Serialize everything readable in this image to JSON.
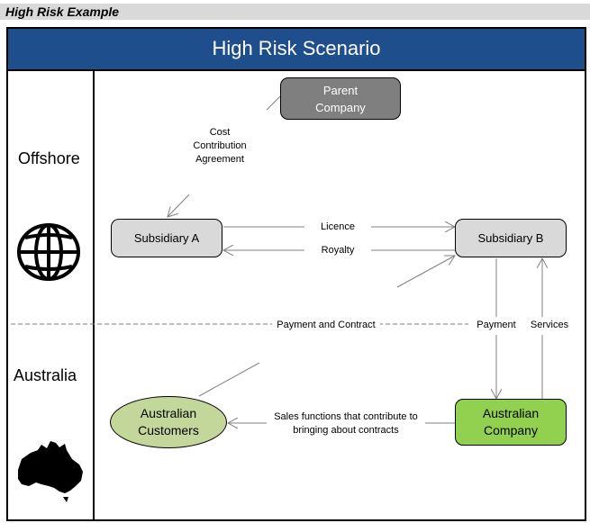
{
  "page": {
    "section_title": "High Risk Example"
  },
  "diagram": {
    "title": "High Risk Scenario",
    "regions": [
      {
        "label": "Offshore",
        "icon": "globe-icon"
      },
      {
        "label": "Australia",
        "icon": "australia-map-icon"
      }
    ],
    "nodes": {
      "parent": {
        "label_line1": "Parent",
        "label_line2": "Company",
        "color": "#7f7f7f"
      },
      "sub_a": {
        "label": "Subsidiary A",
        "color": "#d9d9d9"
      },
      "sub_b": {
        "label": "Subsidiary B",
        "color": "#d9d9d9"
      },
      "customers": {
        "label_line1": "Australian",
        "label_line2": "Customers",
        "color": "#c4d79b"
      },
      "au_company": {
        "label_line1": "Australian",
        "label_line2": "Company",
        "color": "#92d050"
      }
    },
    "edge_labels": {
      "cca_1": "Cost",
      "cca_2": "Contribution",
      "cca_3": "Agreement",
      "licence": "Licence",
      "royalty": "Royalty",
      "payment_contract": "Payment and Contract",
      "payment": "Payment",
      "services": "Services",
      "sales_1": "Sales functions that contribute to",
      "sales_2": "bringing about contracts"
    },
    "colors": {
      "header": "#1f4e8c",
      "arrow": "#808080"
    }
  }
}
